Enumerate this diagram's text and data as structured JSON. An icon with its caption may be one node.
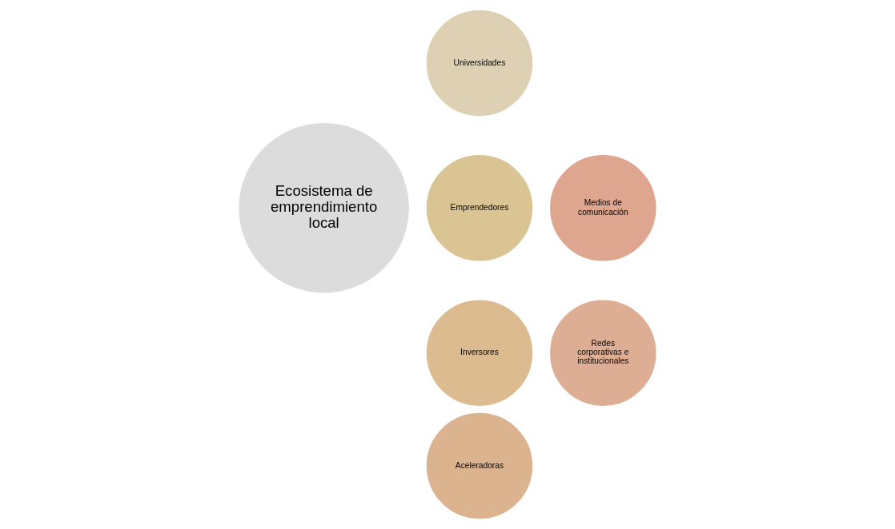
{
  "diagram": {
    "nodes": [
      {
        "text": [
          "Ecosistema de emprendimiento local"
        ]
      },
      {
        "text": [
          "Universidades"
        ]
      },
      {
        "text": [
          "Emprendedores"
        ]
      },
      {
        "text": [
          "Inversores"
        ]
      },
      {
        "text": [
          "Aceleradoras"
        ]
      },
      {
        "text": [
          "Redes corporativas e institucionales"
        ]
      },
      {
        "text": [
          "Medios de comunicación"
        ]
      }
    ],
    "edges": []
  }
}
